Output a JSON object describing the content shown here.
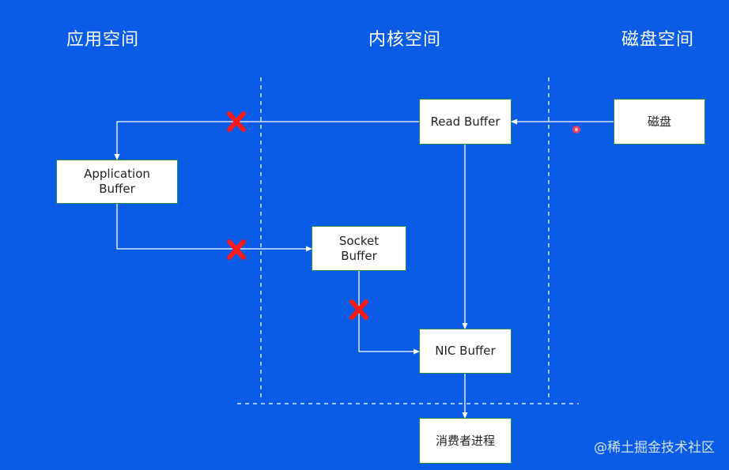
{
  "regions": {
    "app_space": "应用空间",
    "kernel_space": "内核空间",
    "disk_space": "磁盘空间"
  },
  "boxes": {
    "read_buffer": "Read Buffer",
    "disk": "磁盘",
    "application_buffer": "Application\nBuffer",
    "socket_buffer": "Socket\nBuffer",
    "nic_buffer": "NIC Buffer",
    "consumer_process": "消费者进程"
  },
  "watermark": "@稀土掘金技术社区",
  "colors": {
    "background": "#0a5ce6",
    "line": "#ffffff",
    "cross": "#ff1a1a",
    "box_border": "#2a8a4a"
  }
}
